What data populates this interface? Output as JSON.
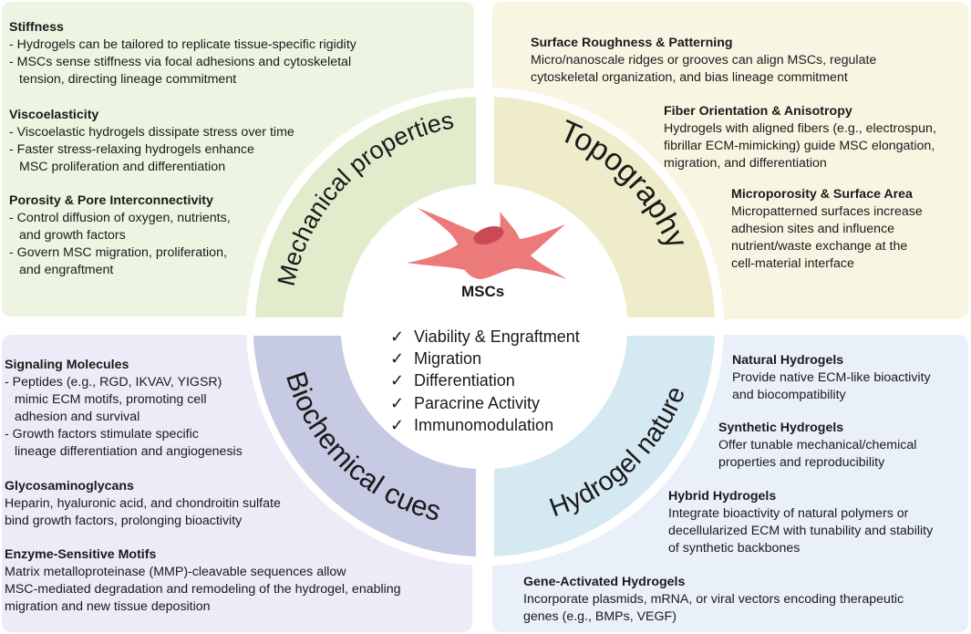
{
  "colors": {
    "mechanical": "#e1eccd",
    "topography": "#eeeccb",
    "biochemical": "#c7cae3",
    "hydrogel": "#d5e9f3",
    "cell": "#ec7a7a",
    "nucleus": "#c94a52"
  },
  "arc_titles": {
    "mechanical": "Mechanical properties",
    "topography": "Topography",
    "biochemical": "Biochemical cues",
    "hydrogel": "Hydrogel nature"
  },
  "center": {
    "cell_label": "MSCs",
    "outcomes": [
      "Viability & Engraftment",
      "Migration",
      "Differentiation",
      "Paracrine Activity",
      "Immunomodulation"
    ]
  },
  "mechanical": {
    "stiffness": {
      "title": "Stiffness",
      "lines": [
        "- Hydrogels can be tailored to replicate tissue-specific rigidity",
        "- MSCs sense stiffness via focal adhesions and cytoskeletal",
        "tension, directing lineage commitment"
      ]
    },
    "viscoelasticity": {
      "title": "Viscoelasticity",
      "lines": [
        "- Viscoelastic hydrogels dissipate stress over time",
        "- Faster stress-relaxing hydrogels enhance",
        "MSC proliferation and differentiation"
      ]
    },
    "porosity": {
      "title": "Porosity & Pore Interconnectivity",
      "lines": [
        "- Control diffusion of oxygen, nutrients,",
        "and growth factors",
        "- Govern MSC migration, proliferation,",
        "and engraftment"
      ]
    }
  },
  "topography": {
    "roughness": {
      "title": "Surface Roughness & Patterning",
      "lines": [
        "Micro/nanoscale ridges or grooves can align MSCs, regulate",
        "cytoskeletal organization, and bias lineage commitment"
      ]
    },
    "fiber": {
      "title": "Fiber Orientation & Anisotropy",
      "lines": [
        "Hydrogels with aligned fibers (e.g., electrospun,",
        "fibrillar ECM-mimicking) guide MSC elongation,",
        "migration, and differentiation"
      ]
    },
    "microporosity": {
      "title": "Microporosity & Surface Area",
      "lines": [
        "Micropatterned surfaces increase",
        "adhesion sites and influence",
        "nutrient/waste exchange at the",
        "cell-material interface"
      ]
    }
  },
  "biochemical": {
    "signaling": {
      "title": "Signaling Molecules",
      "lines": [
        "- Peptides (e.g., RGD, IKVAV, YIGSR)",
        "mimic ECM motifs, promoting cell",
        "adhesion and survival",
        "- Growth factors stimulate specific",
        "lineage differentiation and angiogenesis"
      ]
    },
    "gag": {
      "title": "Glycosaminoglycans",
      "lines": [
        "Heparin, hyaluronic acid, and chondroitin sulfate",
        "bind growth factors, prolonging bioactivity"
      ]
    },
    "enzyme": {
      "title": "Enzyme-Sensitive Motifs",
      "lines": [
        "Matrix metalloproteinase (MMP)-cleavable sequences allow",
        "MSC-mediated degradation and remodeling of the hydrogel, enabling",
        "migration and new tissue deposition"
      ]
    }
  },
  "hydrogel": {
    "natural": {
      "title": "Natural Hydrogels",
      "lines": [
        "Provide native ECM-like bioactivity",
        "and biocompatibility"
      ]
    },
    "synthetic": {
      "title": "Synthetic Hydrogels",
      "lines": [
        "Offer tunable mechanical/chemical",
        "properties and reproducibility"
      ]
    },
    "hybrid": {
      "title": "Hybrid Hydrogels",
      "lines": [
        "Integrate bioactivity of natural polymers or",
        "decellularized ECM with tunability and stability",
        "of synthetic backbones"
      ]
    },
    "gene": {
      "title": "Gene-Activated Hydrogels",
      "lines": [
        "Incorporate plasmids, mRNA, or viral vectors encoding therapeutic",
        "genes (e.g., BMPs, VEGF)"
      ]
    }
  }
}
